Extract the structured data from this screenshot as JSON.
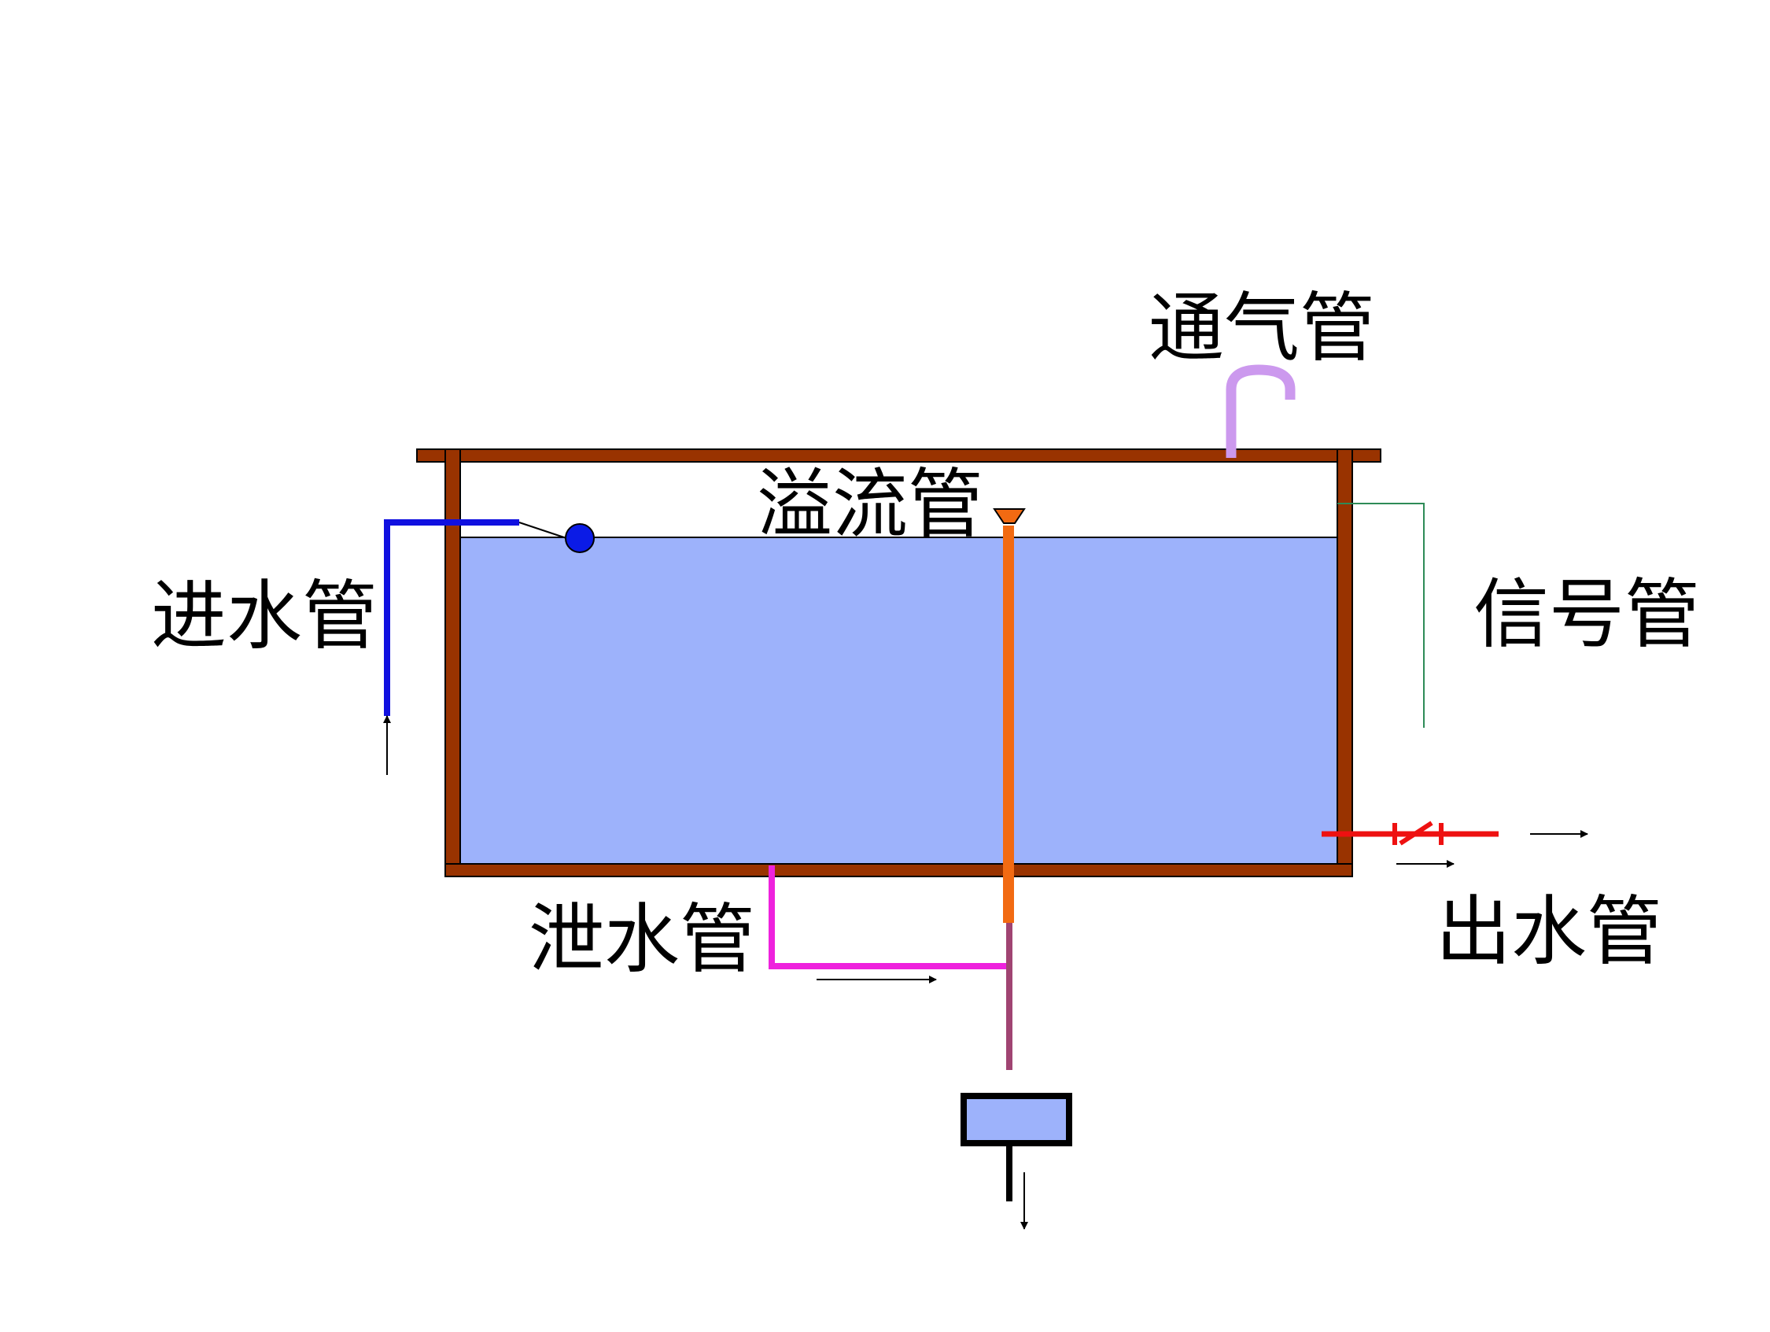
{
  "labels": {
    "vent_pipe": "通气管",
    "overflow_pipe": "溢流管",
    "inlet_pipe": "进水管",
    "signal_pipe": "信号管",
    "drain_pipe": "泄水管",
    "outlet_pipe": "出水管"
  },
  "colors": {
    "tank_wall": "#993300",
    "water": "#9db2fb",
    "inlet_pipe": "#1010e0",
    "float_ball": "#0b1be6",
    "vent_pipe": "#cc99ee",
    "overflow_pipe": "#f26a12",
    "signal_pipe": "#2e8b57",
    "outlet_pipe": "#ee1111",
    "drain_pipe": "#ee22dd",
    "drain_stack": "#a04472",
    "outline": "#000000"
  },
  "icons": {
    "float_valve": "float-ball-icon",
    "gate_valve": "gate-valve-icon",
    "flow_arrow": "arrow-icon"
  }
}
